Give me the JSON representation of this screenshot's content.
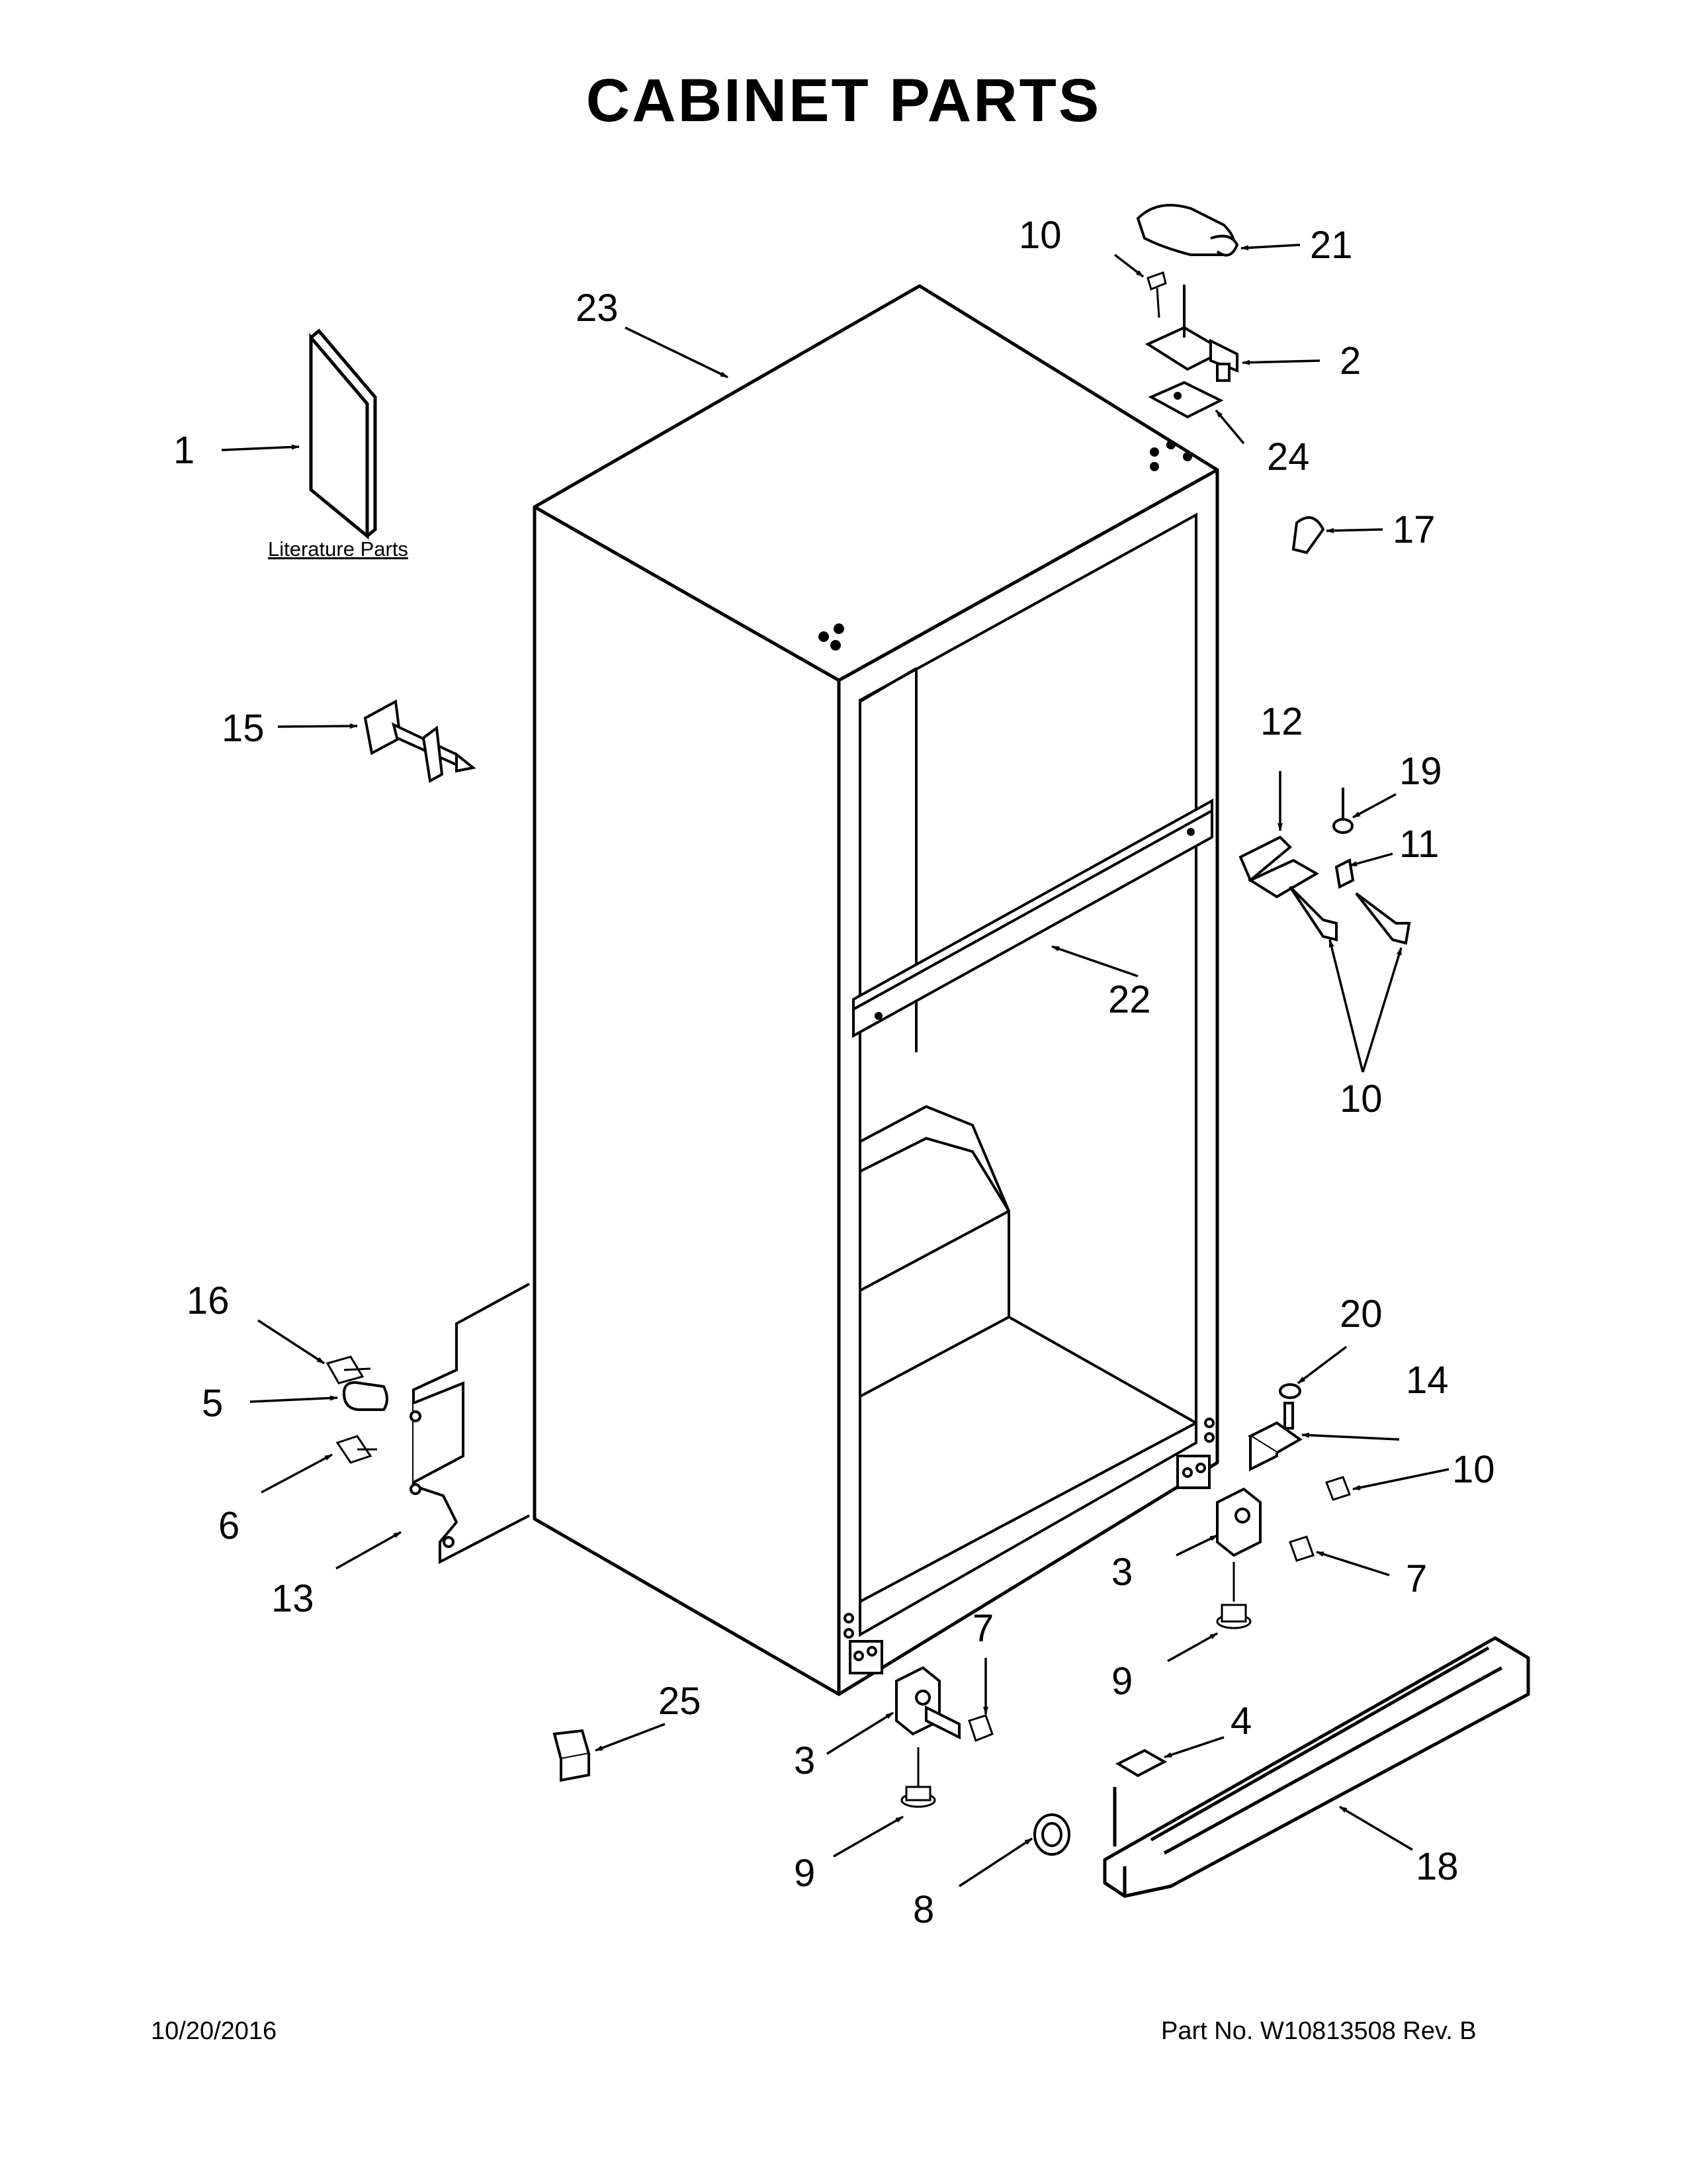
{
  "page": {
    "title": "CABINET PARTS",
    "date": "10/20/2016",
    "part_number": "Part No.  W10813508  Rev.  B"
  },
  "diagram": {
    "literature_label": "Literature Parts",
    "callouts": {
      "p1": "1",
      "p2": "2",
      "p3a": "3",
      "p3b": "3",
      "p4": "4",
      "p5": "5",
      "p6": "6",
      "p7a": "7",
      "p7b": "7",
      "p8": "8",
      "p9a": "9",
      "p9b": "9",
      "p10a": "10",
      "p10b": "10",
      "p10c": "10",
      "p11": "11",
      "p12": "12",
      "p13": "13",
      "p14": "14",
      "p15": "15",
      "p16": "16",
      "p17": "17",
      "p18": "18",
      "p19": "19",
      "p20": "20",
      "p21": "21",
      "p22": "22",
      "p23": "23",
      "p24": "24",
      "p25": "25"
    }
  }
}
